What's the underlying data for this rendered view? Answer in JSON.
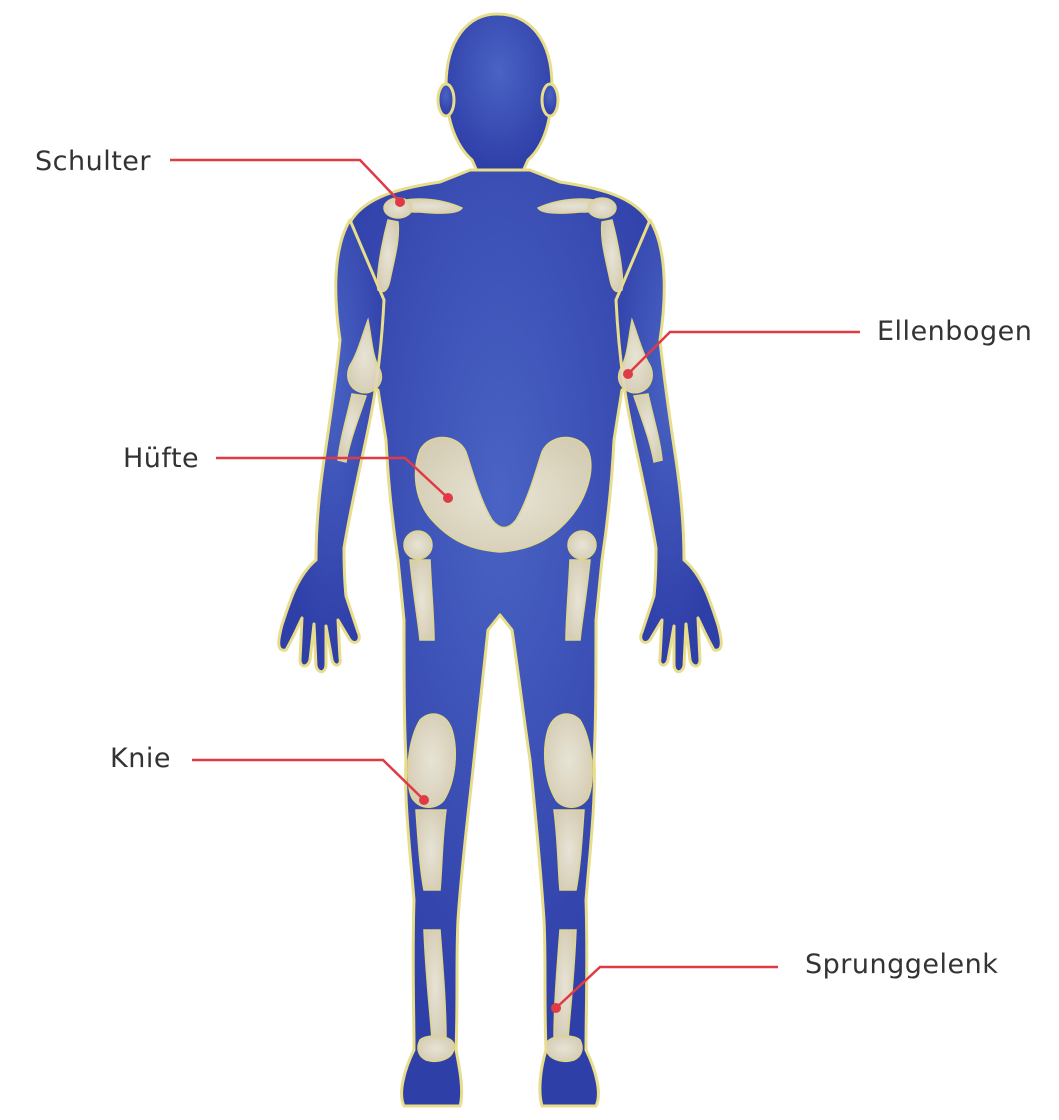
{
  "labels": {
    "shoulder": "Schulter",
    "elbow": "Ellenbogen",
    "hip": "Hüfte",
    "knee": "Knie",
    "ankle": "Sprunggelenk"
  },
  "colors": {
    "body": "#2f3fa8",
    "body_light": "#4a63c4",
    "outline": "#e8dd8a",
    "bone": "#e9e2c8",
    "leader": "#e03a45",
    "text": "#333333"
  }
}
